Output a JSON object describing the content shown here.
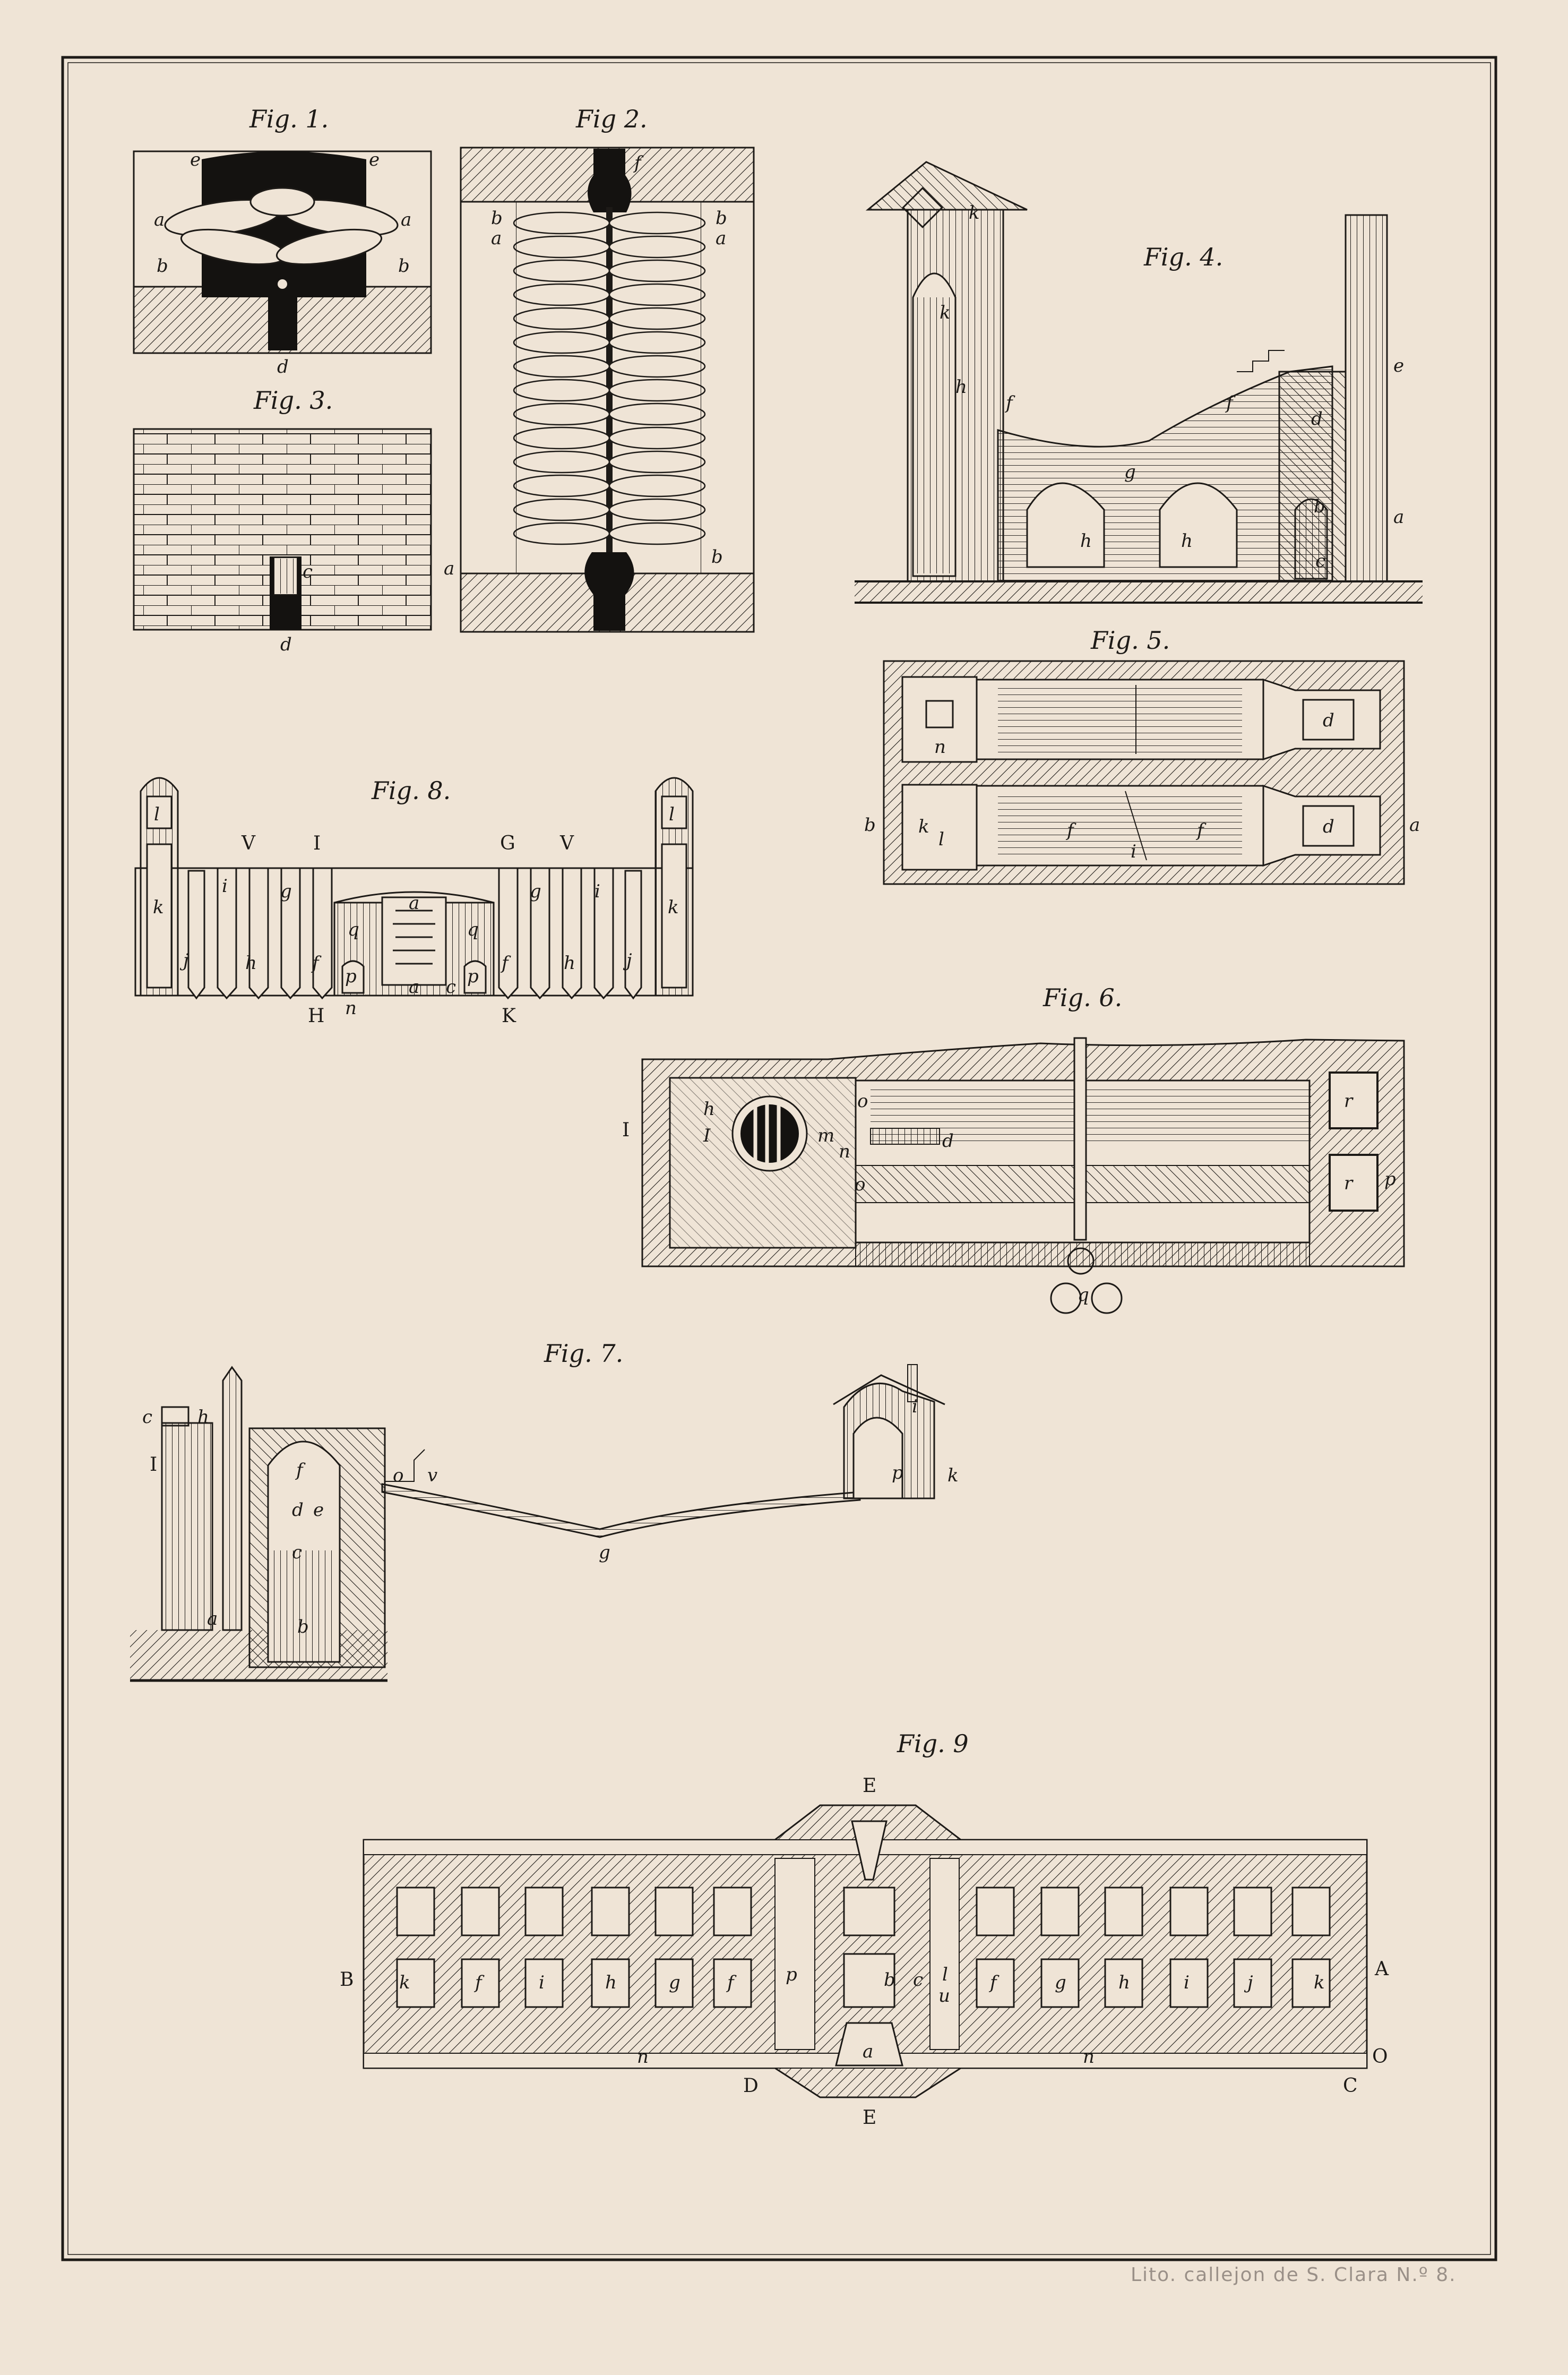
{
  "figures": {
    "fig1": {
      "title": "Fig. 1.",
      "labels": [
        "e",
        "e",
        "a",
        "a",
        "b",
        "b",
        "d"
      ]
    },
    "fig2": {
      "title": "Fig 2.",
      "labels": [
        "f",
        "b",
        "a",
        "b",
        "a",
        "a",
        "b"
      ]
    },
    "fig3": {
      "title": "Fig. 3.",
      "labels": [
        "c",
        "d"
      ]
    },
    "fig4": {
      "title": "Fig. 4.",
      "labels": [
        "k",
        "k",
        "h",
        "f",
        "f",
        "d",
        "e",
        "g",
        "b",
        "a",
        "h",
        "h",
        "c"
      ]
    },
    "fig5": {
      "title": "Fig. 5.",
      "labels": [
        "n",
        "d",
        "b",
        "k",
        "l",
        "f",
        "i",
        "f",
        "d",
        "a"
      ]
    },
    "fig6": {
      "title": "Fig. 6.",
      "labels": [
        "h",
        "I",
        "I",
        "o",
        "m",
        "n",
        "o",
        "d",
        "r",
        "r",
        "p",
        "q"
      ]
    },
    "fig7": {
      "title": "Fig. 7.",
      "labels": [
        "c",
        "h",
        "I",
        "f",
        "d",
        "e",
        "c",
        "a",
        "b",
        "o",
        "v",
        "g",
        "i",
        "p",
        "k"
      ]
    },
    "fig8": {
      "title": "Fig. 8.",
      "labels": [
        "l",
        "l",
        "V",
        "I",
        "G",
        "V",
        "k",
        "k",
        "i",
        "g",
        "g",
        "i",
        "a",
        "q",
        "q",
        "h",
        "f",
        "f",
        "h",
        "j",
        "j",
        "p",
        "p",
        "n",
        "a",
        "c",
        "H",
        "K"
      ]
    },
    "fig9": {
      "title": "Fig. 9",
      "labels": [
        "E",
        "B",
        "A",
        "D",
        "E",
        "C",
        "O",
        "p",
        "b",
        "c",
        "l",
        "u",
        "a",
        "n",
        "n",
        "f",
        "i",
        "h",
        "g",
        "f",
        "f",
        "g",
        "h",
        "i",
        "j",
        "k",
        "k"
      ]
    }
  },
  "imprint": "Lito. callejon de S. Clara N.º 8."
}
